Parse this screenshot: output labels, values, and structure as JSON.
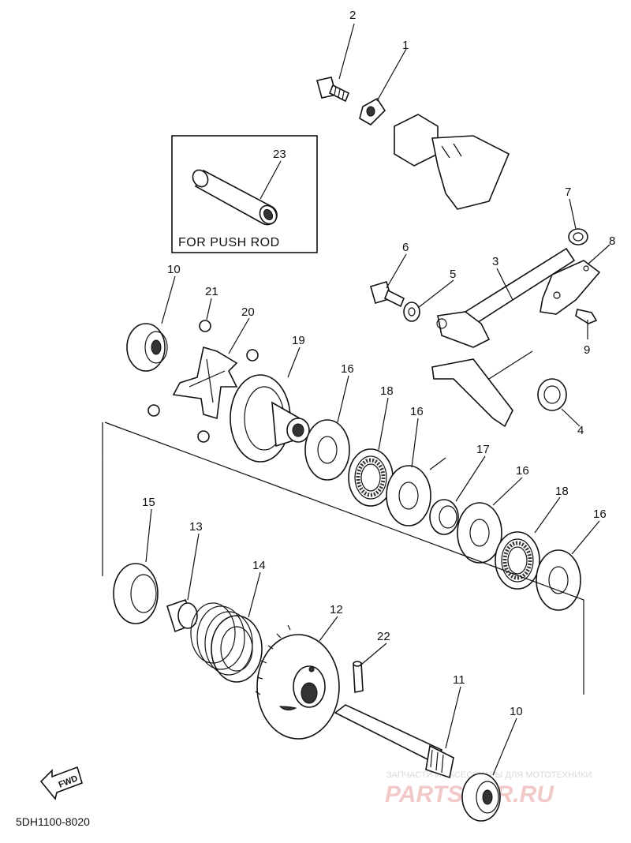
{
  "diagram": {
    "callouts": {
      "c1": "1",
      "c2": "2",
      "c3": "3",
      "c4": "4",
      "c5": "5",
      "c6": "6",
      "c7": "7",
      "c8": "8",
      "c9": "9",
      "c10a": "10",
      "c10b": "10",
      "c11": "11",
      "c12": "12",
      "c13": "13",
      "c14": "14",
      "c15": "15",
      "c16a": "16",
      "c16b": "16",
      "c16c": "16",
      "c16d": "16",
      "c17": "17",
      "c18a": "18",
      "c18b": "18",
      "c19": "19",
      "c20": "20",
      "c21": "21",
      "c22": "22",
      "c23": "23"
    },
    "inset_label": "FOR PUSH ROD",
    "fwd_label": "FWD",
    "diagram_code": "5DH1100-8020"
  },
  "watermark": {
    "line1": "ЗАПЧАСТИ И АКСЕССУАРЫ ДЛЯ МОТОТЕХНИКИ",
    "line2": "PARTSFOR.RU"
  }
}
